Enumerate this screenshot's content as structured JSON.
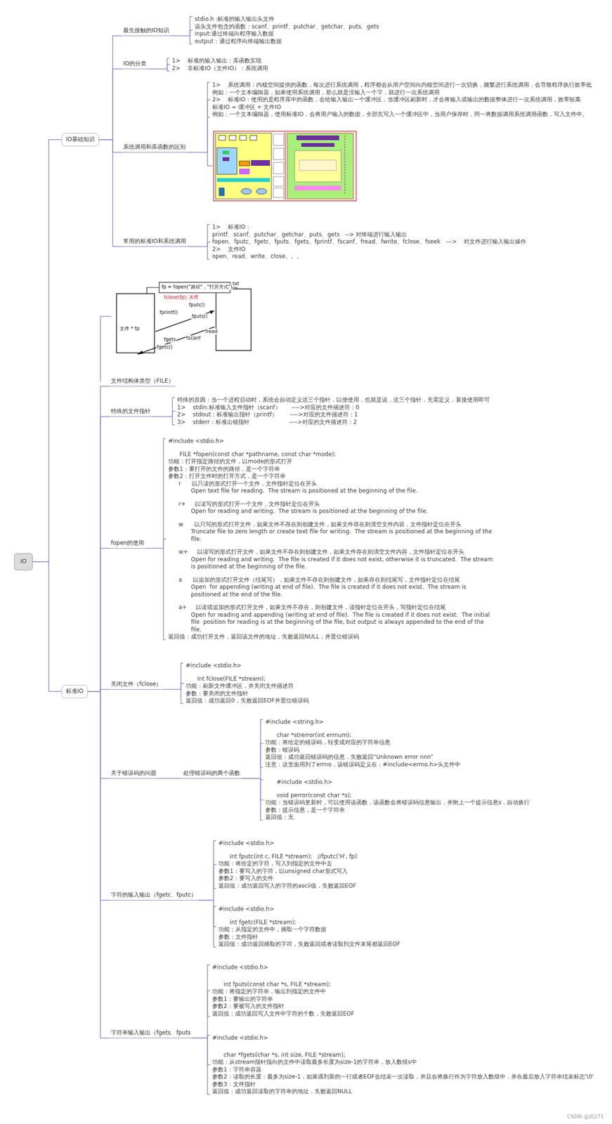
{
  "diagram": {
    "nodes": [
      {
        "text": [
          "IO"
        ]
      },
      {
        "text": [
          "IO基础知识"
        ]
      },
      {
        "text": [
          "最先接触的IO知识"
        ]
      },
      {
        "text": [
          "stdio.h :标准的输入输出头文件",
          "该头文件包含的函数：scanf、printf、putchar、getchar、puts、gets",
          "input:通过终端向程序输入数据",
          "output：通过程序向终端输出数据"
        ]
      },
      {
        "text": [
          "IO的分类"
        ]
      },
      {
        "text": [
          "1>    标准的输入输出：库函数实现",
          "2>    非标准IO（文件IO）：系统调用"
        ]
      },
      {
        "text": [
          "系统调用和库函数的区别"
        ]
      },
      {
        "text": [
          "1>    系统调用：内核空间提供的函数，每次进行系统调用，程序都会从用户空间向内核空间进行一次切换，频繁进行系统调用，会导致程序执行效率低",
          "例如：一个文本编辑器，如果使用系统调用，那么就是没输入一个字，就进行一次系统调用",
          "2>    标准IO：使用的是程序库中的函数，会给输入输出一个缓冲区，当缓冲区刷新时，才会将输入或输出的数据整体进行一次系统调用，效率较高",
          "标准IO = 缓冲区 + 文件IO",
          "例如：一个文本编辑器，使用标准IO，会将用户输入的数据，全部先写入一个缓冲区中，当用户保存时，同一将数据调用系统调用函数，写入文件中。"
        ]
      },
      {
        "text": [
          "常用的标准IO和系统调用"
        ]
      },
      {
        "text": [
          "1>    标准IO：",
          "printf、scanf、putchar、getchar、puts、gets   --> 对终端进行输入输出",
          "fopen、fputc、fgetc、fputs、fgets、fprintf、fscanf、fread、fwrite、fclose、fseek   --->    对文件进行输入输出操作",
          "2>    文件IO",
          "open、read、write、close。。。"
        ]
      },
      {
        "text": [
          "标准IO"
        ]
      },
      {
        "text": [
          "文件结构体类型（FILE）"
        ]
      },
      {
        "text": [
          "特殊的文件指针"
        ]
      },
      {
        "text": [
          "特殊的原因：当一个进程启动时，系统会自动定义这三个指针，以便使用，也就是说，这三个指针，无需定义，直接使用即可",
          "1>    stdin:标准输入文件指针（scanf）      ---->对应的文件描述符：0",
          "2>    stdout：标准输出指针（printf）       ---->对应的文件描述符：1",
          "3>    stderr：标准出错指针                      ---->对应的文件描述符：2"
        ]
      },
      {
        "text": [
          "fopen的使用"
        ]
      },
      {
        "text": [
          "#include <stdio.h>",
          "FILE *fopen(const char *pathname, const char *mode);",
          "功能：打开指定路径的文件，以mode的形式打开",
          "参数1：要打开的文件的路径，是一个字符串",
          "参数2：打开文件时的打开方式，是一个字符串",
          "r      以只读的形式打开一个文件，文件指针定位在开头",
          "Open text file for reading.  The stream is positioned at the beginning of the file.",
          "r+     以读写的形式打开一个文件，文件指针定位在开头",
          "Open for reading and writing.  The stream is positioned at the beginning of the file.",
          "w      以只写的形式打开文件，如果文件不存在则创建文件，如果文件存在则清空文件内容，文件指针定位在开头",
          "Truncate file to zero length or create text file for writing.  The stream is positioned at the beginning of the file.",
          "w+     以读写的形式打开文件，如果文件不存在则创建文件，如果文件存在则清空文件内容，文件指针定位在开头",
          "Open for reading and writing.  The file is created if it does not exist, otherwise it is truncated.  The stream is positioned at the beginning of the file.",
          "a      以追加的形式打开文件（结尾写），如果文件不存在则创建文件，如果存在则结尾写，文件指针定位在结尾",
          "Open  for appending (writing at end of file).  The file is created if it does not exist.  The stream is positioned at the end of the file.",
          "a+     以读或追加的形式打开文件，如果文件不存在，则创建文件，读指针定位在开头，写指针定位在结尾",
          "Open for reading and appending (writing at end of file).  The file is created if it does not exist.  The initial  file  position for reading is at the beginning of the file, but output is always appended to the end of the file.",
          "返回值：成功打开文件，返回该文件的地址，失败返回NULL，并置位错误码"
        ]
      },
      {
        "text": [
          "关闭文件（fclose）"
        ]
      },
      {
        "text": [
          "#include <stdio.h>",
          "int fclose(FILE *stream);",
          "功能：刷新文件缓冲区，并关闭文件描述符",
          "参数：要关闭的文件指针",
          "返回值：成功返回0，失败返回EOF并置位错误码"
        ]
      },
      {
        "text": [
          "关于错误码的问题"
        ]
      },
      {
        "text": [
          "处理错误码的两个函数"
        ]
      },
      {
        "text": [
          "#include <string.h>",
          "char *strerror(int errnum);",
          "功能：将给定的错误码，转变成对应的字符串信息",
          "参数：错误码",
          "返回值：成功返回错误码的信息，失败返回“Unknown error nnn”",
          "注意：这里面用到了errno，该错误码定义在：#include<errno.h>头文件中"
        ]
      },
      {
        "text": [
          "#include <stdio.h>",
          "void perror(const char *s);",
          "功能：当错误码更新时，可以使用该函数，该函数会将错误码信息输出，并附上一个提示信息s，自动换行",
          "参数：提示信息，是一个字符串",
          "返回值：无"
        ]
      },
      {
        "text": [
          "字符的输入输出（fgetc、fputc）"
        ]
      },
      {
        "text": [
          "#include <stdio.h>",
          "int fputc(int c, FILE *stream);   //fputc('H', fp)",
          "功能：将给定的字符，写入到指定的文件中去",
          "参数1：要写入的字符，以unsigned char形式写入",
          "参数2：要写入的文件",
          "返回值：成功返回写入的字符的ascii值，失败返回EOF"
        ]
      },
      {
        "text": [
          "#include <stdio.h>",
          "int fgetc(FILE *stream);",
          "功能：从指定的文件中，摘取一个字符数据",
          "参数：文件指针",
          "返回值：成功返回摘取的字符，失败返回或者读取到文件末尾都返回EOF"
        ]
      },
      {
        "text": [
          "字符串输入输出（fgets、fputs"
        ]
      },
      {
        "text": [
          "#include <stdio.h>",
          "int fputs(const char *s, FILE *stream);",
          "功能：将指定的字符串，输出到指定的文件中",
          "参数1：要输出的字符串",
          "参数2：要被写入的文件指针",
          "返回值：成功返回写入文件中字符的个数，失败返回EOF"
        ]
      },
      {
        "text": [
          "#include <stdio.h>",
          "char *fgets(char *s, int size, FILE *stream);",
          "功能：从stream指针指向的文件中读取最多长度为size-1的字符串，放入数组s中",
          "参数1：字符串容器",
          "参数2：读取的长度：最多为size-1，如果遇到新的一行或者EOF会结束一次读取，并且会将换行作为字符放入数组中，并在最后放入字符串结束标志'\\0'",
          "参数3：文件指针",
          "返回值：成功返回读取的字符串的地址，失败返回NULL"
        ]
      }
    ],
    "edges": [
      {
        "from": 0,
        "to": 1,
        "arrow": "none"
      },
      {
        "from": 0,
        "to": 10,
        "arrow": "none"
      },
      {
        "from": 1,
        "to": 2,
        "arrow": "none"
      },
      {
        "from": 1,
        "to": 4,
        "arrow": "none"
      },
      {
        "from": 1,
        "to": 6,
        "arrow": "none"
      },
      {
        "from": 1,
        "to": 8,
        "arrow": "none"
      },
      {
        "from": 2,
        "to": 3,
        "arrow": "none"
      },
      {
        "from": 4,
        "to": 5,
        "arrow": "none"
      },
      {
        "from": 6,
        "to": 7,
        "arrow": "none"
      },
      {
        "from": 8,
        "to": 9,
        "arrow": "none"
      },
      {
        "from": 10,
        "to": 11,
        "arrow": "none"
      },
      {
        "from": 10,
        "to": 12,
        "arrow": "none"
      },
      {
        "from": 10,
        "to": 14,
        "arrow": "none"
      },
      {
        "from": 10,
        "to": 16,
        "arrow": "none"
      },
      {
        "from": 10,
        "to": 18,
        "arrow": "none"
      },
      {
        "from": 10,
        "to": 22,
        "arrow": "none"
      },
      {
        "from": 10,
        "to": 25,
        "arrow": "none"
      },
      {
        "from": 12,
        "to": 13,
        "arrow": "none"
      },
      {
        "from": 14,
        "to": 15,
        "arrow": "none"
      },
      {
        "from": 16,
        "to": 17,
        "arrow": "none"
      },
      {
        "from": 18,
        "to": 19,
        "arrow": "none"
      },
      {
        "from": 19,
        "to": 20,
        "arrow": "none"
      },
      {
        "from": 19,
        "to": 21,
        "arrow": "none"
      },
      {
        "from": 22,
        "to": 23,
        "arrow": "none"
      },
      {
        "from": 22,
        "to": 24,
        "arrow": "none"
      },
      {
        "from": 25,
        "to": 26,
        "arrow": "none"
      },
      {
        "from": 25,
        "to": 27,
        "arrow": "none"
      }
    ],
    "labels": [
      "fp = fopen(\"路径\"，\"打开方式\")",
      "fclose(fp); 关闭",
      "文件 * fp",
      "txt",
      "fputc()",
      "fprintf()",
      "fputs()",
      "fgetc()",
      "fgets",
      "fscanf",
      "fread",
      "CSDN @武271"
    ]
  }
}
